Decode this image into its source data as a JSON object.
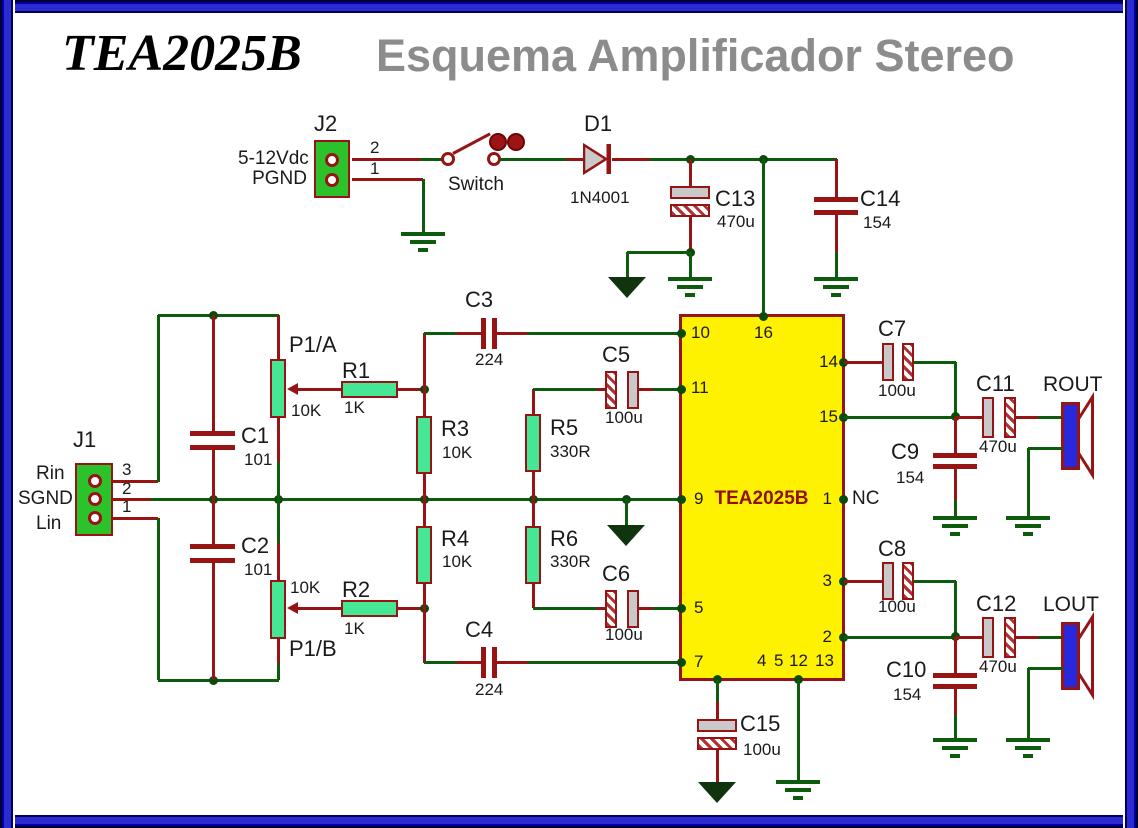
{
  "title": {
    "part_number": "TEA2025B",
    "heading": "Esquema Amplificador Stereo"
  },
  "connectors": {
    "j2": {
      "ref": "J2",
      "row_labels": [
        "5-12Vdc",
        "PGND"
      ],
      "pin_numbers": [
        "2",
        "1"
      ]
    },
    "j1": {
      "ref": "J1",
      "row_labels": [
        "Rin",
        "SGND",
        "Lin"
      ],
      "pin_numbers": [
        "3",
        "2",
        "1"
      ]
    }
  },
  "switch": {
    "label": "Switch"
  },
  "ic": {
    "name": "TEA2025B",
    "nc_label": "NC",
    "left_pins": [
      "10",
      "11",
      "9",
      "5",
      "7"
    ],
    "top_pins": [
      "16"
    ],
    "right_pins": [
      "14",
      "15",
      "1",
      "3",
      "2"
    ],
    "bottom_pins": [
      "4",
      "5",
      "12",
      "13"
    ]
  },
  "parts": {
    "d1": {
      "ref": "D1",
      "value": "1N4001"
    },
    "r1": {
      "ref": "R1",
      "value": "1K"
    },
    "r2": {
      "ref": "R2",
      "value": "1K"
    },
    "r3": {
      "ref": "R3",
      "value": "10K"
    },
    "r4": {
      "ref": "R4",
      "value": "10K"
    },
    "r5": {
      "ref": "R5",
      "value": "330R"
    },
    "r6": {
      "ref": "R6",
      "value": "330R"
    },
    "p1a": {
      "ref": "P1/A",
      "value": "10K"
    },
    "p1b": {
      "ref": "P1/B",
      "value": "10K"
    },
    "c1": {
      "ref": "C1",
      "value": "101"
    },
    "c2": {
      "ref": "C2",
      "value": "101"
    },
    "c3": {
      "ref": "C3",
      "value": "224"
    },
    "c4": {
      "ref": "C4",
      "value": "224"
    },
    "c5": {
      "ref": "C5",
      "value": "100u"
    },
    "c6": {
      "ref": "C6",
      "value": "100u"
    },
    "c7": {
      "ref": "C7",
      "value": "100u"
    },
    "c8": {
      "ref": "C8",
      "value": "100u"
    },
    "c9": {
      "ref": "C9",
      "value": "154"
    },
    "c10": {
      "ref": "C10",
      "value": "154"
    },
    "c11": {
      "ref": "C11",
      "value": "470u"
    },
    "c12": {
      "ref": "C12",
      "value": "470u"
    },
    "c13": {
      "ref": "C13",
      "value": "470u"
    },
    "c14": {
      "ref": "C14",
      "value": "154"
    },
    "c15": {
      "ref": "C15",
      "value": "100u"
    }
  },
  "outputs": {
    "right": "ROUT",
    "left": "LOUT"
  },
  "colors": {
    "wire": "#0D5C0D",
    "component_outline": "#971414",
    "resistor_fill": "#45E795",
    "connector_fill": "#2BC22B",
    "ic_fill": "#FFF200",
    "speaker_fill": "#2828DC",
    "title_gray": "#8C8C8C"
  }
}
